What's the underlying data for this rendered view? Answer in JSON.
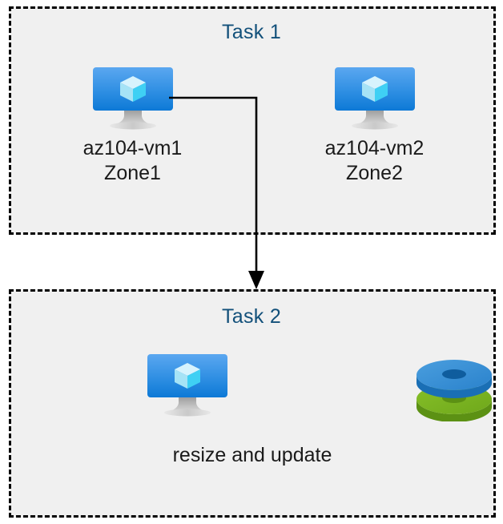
{
  "diagram": {
    "title": "Azure VM task flow diagram",
    "background_color": "#ffffff",
    "box_fill_color": "#f0f0f0",
    "box_border_color": "#000000",
    "title_color": "#12507a",
    "label_color": "#1a1a1a",
    "connector_color": "#000000"
  },
  "task1": {
    "title": "Task 1",
    "nodes": [
      {
        "icon": "virtual-machine-icon",
        "name_line1": "az104-vm1",
        "name_line2": "Zone1",
        "label": "az104-vm1\nZone1"
      },
      {
        "icon": "virtual-machine-icon",
        "name_line1": "az104-vm2",
        "name_line2": "Zone2",
        "label": "az104-vm2\nZone2"
      }
    ]
  },
  "task2": {
    "title": "Task 2",
    "icons": [
      {
        "icon": "virtual-machine-icon",
        "name": "virtual machine"
      },
      {
        "icon": "managed-disks-icon",
        "name": "managed disks"
      }
    ],
    "caption": "resize and update"
  },
  "connector": {
    "name": "arrow-task1-to-task2",
    "from": "az104-vm1",
    "to": "Task 2",
    "style": "elbow-with-arrowhead"
  },
  "colors": {
    "vm_screen_top": "#54a3ef",
    "vm_screen_bottom": "#0f7ad6",
    "vm_cube_top": "#d4f2fd",
    "vm_cube_left": "#a9e5f7",
    "vm_cube_right": "#3fd2f5",
    "vm_stand": "#b5b5b5",
    "disk_blue": "#2f8ed6",
    "disk_blue_dark": "#1a6fb5",
    "disk_green": "#7ab51d",
    "disk_green_dark": "#5d9215"
  }
}
